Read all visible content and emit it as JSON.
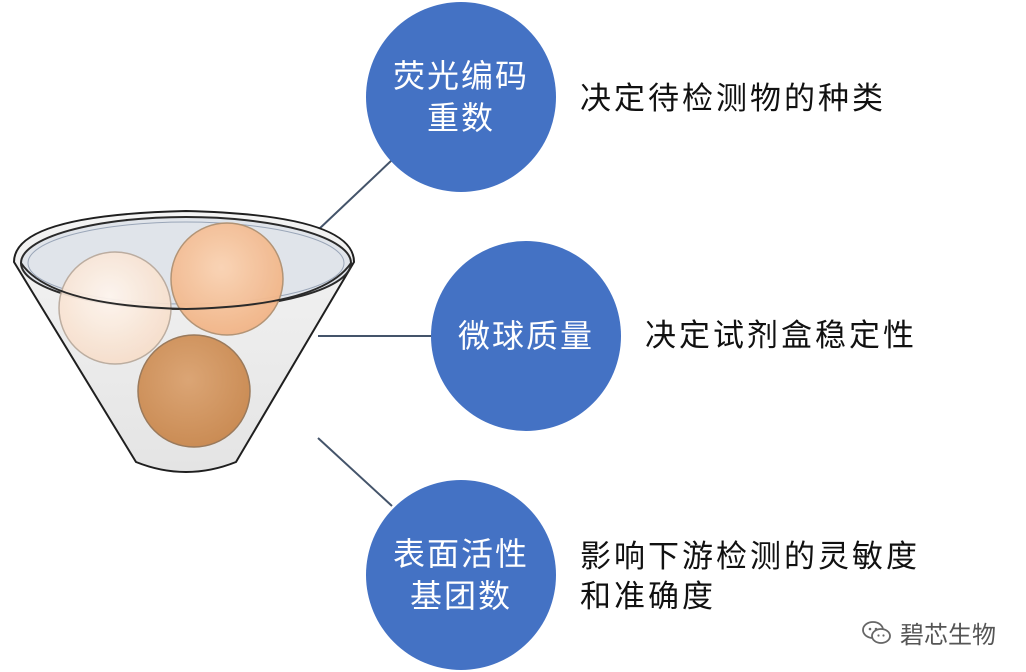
{
  "nodes": [
    {
      "line1": "荧光编码",
      "line2": "重数",
      "desc_line1": "决定待检测物的种类",
      "desc_line2": ""
    },
    {
      "line1": "微球质量",
      "line2": "",
      "desc_line1": "决定试剂盒稳定性",
      "desc_line2": ""
    },
    {
      "line1": "表面活性",
      "line2": "基团数",
      "desc_line1": "影响下游检测的灵敏度",
      "desc_line2": "和准确度"
    }
  ],
  "colors": {
    "node_fill": "#4472c4",
    "connector": "#44546a",
    "bead_light": "#fbe5d6",
    "bead_peach": "#f7c19b",
    "bead_brown": "#d59a64"
  },
  "watermark": {
    "icon": "wechat-icon",
    "text": "碧芯生物"
  }
}
